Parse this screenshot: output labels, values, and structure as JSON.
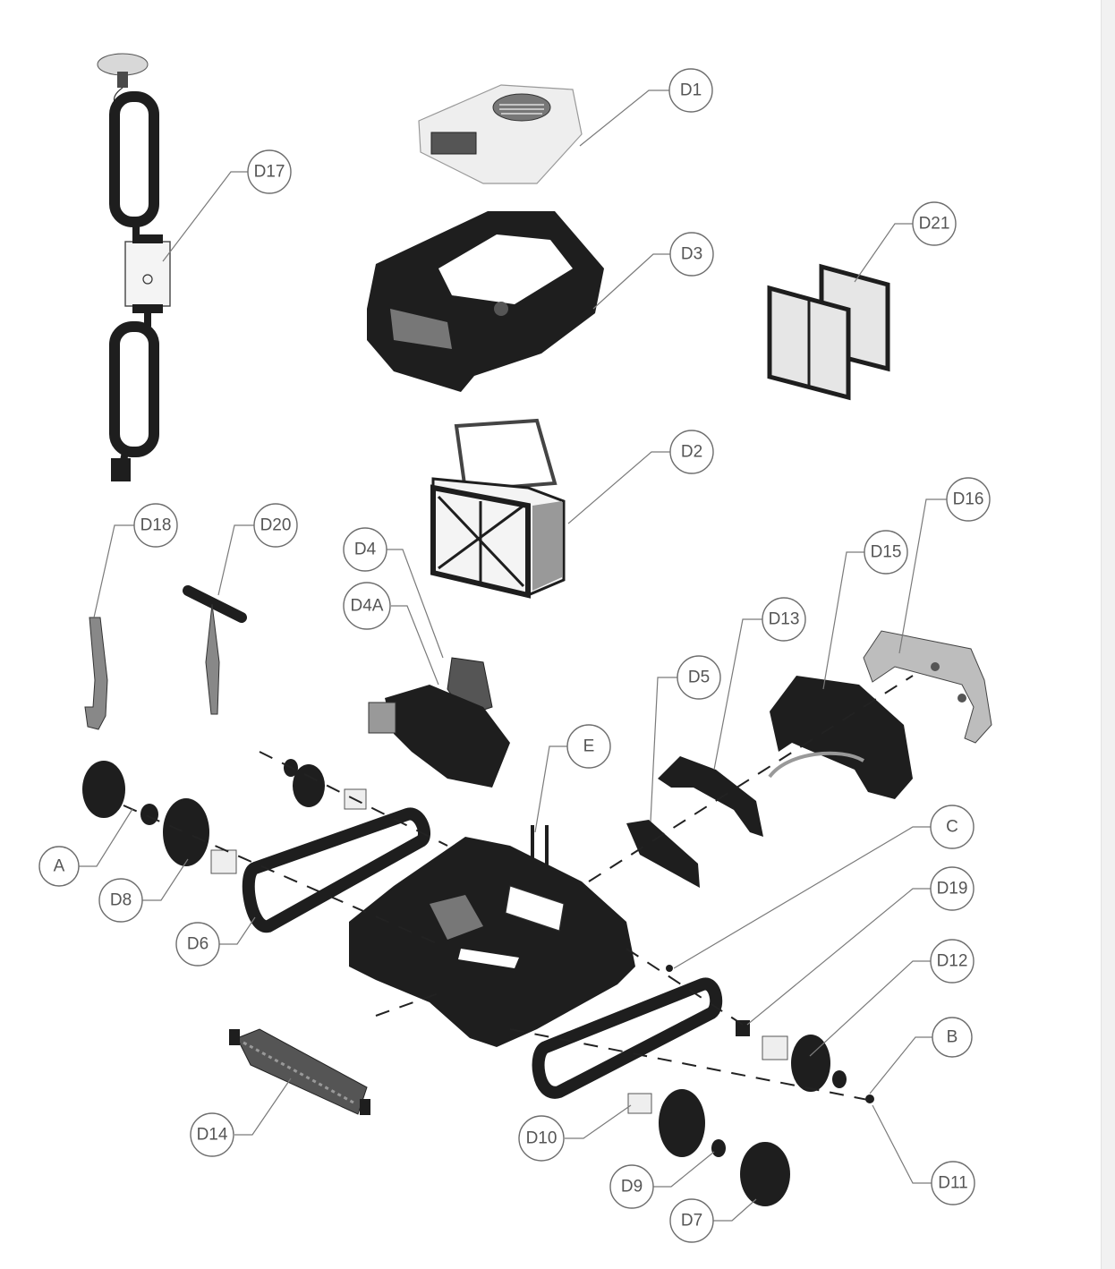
{
  "callouts": [
    {
      "id": "D1",
      "label": "D1"
    },
    {
      "id": "D17",
      "label": "D17"
    },
    {
      "id": "D3",
      "label": "D3"
    },
    {
      "id": "D21",
      "label": "D21"
    },
    {
      "id": "D2",
      "label": "D2"
    },
    {
      "id": "D18",
      "label": "D18"
    },
    {
      "id": "D20",
      "label": "D20"
    },
    {
      "id": "D4",
      "label": "D4"
    },
    {
      "id": "D4A",
      "label": "D4A"
    },
    {
      "id": "D16",
      "label": "D16"
    },
    {
      "id": "D15",
      "label": "D15"
    },
    {
      "id": "D13",
      "label": "D13"
    },
    {
      "id": "D5",
      "label": "D5"
    },
    {
      "id": "E",
      "label": "E"
    },
    {
      "id": "C",
      "label": "C"
    },
    {
      "id": "A",
      "label": "A"
    },
    {
      "id": "D8",
      "label": "D8"
    },
    {
      "id": "D6",
      "label": "D6"
    },
    {
      "id": "D19",
      "label": "D19"
    },
    {
      "id": "D12",
      "label": "D12"
    },
    {
      "id": "B",
      "label": "B"
    },
    {
      "id": "D14",
      "label": "D14"
    },
    {
      "id": "D10",
      "label": "D10"
    },
    {
      "id": "D9",
      "label": "D9"
    },
    {
      "id": "D11",
      "label": "D11"
    },
    {
      "id": "D7",
      "label": "D7"
    }
  ],
  "colors": {
    "part_dark": "#1e1e1e",
    "part_mid": "#4a4a4a",
    "callout_stroke": "#6d6d6d"
  }
}
